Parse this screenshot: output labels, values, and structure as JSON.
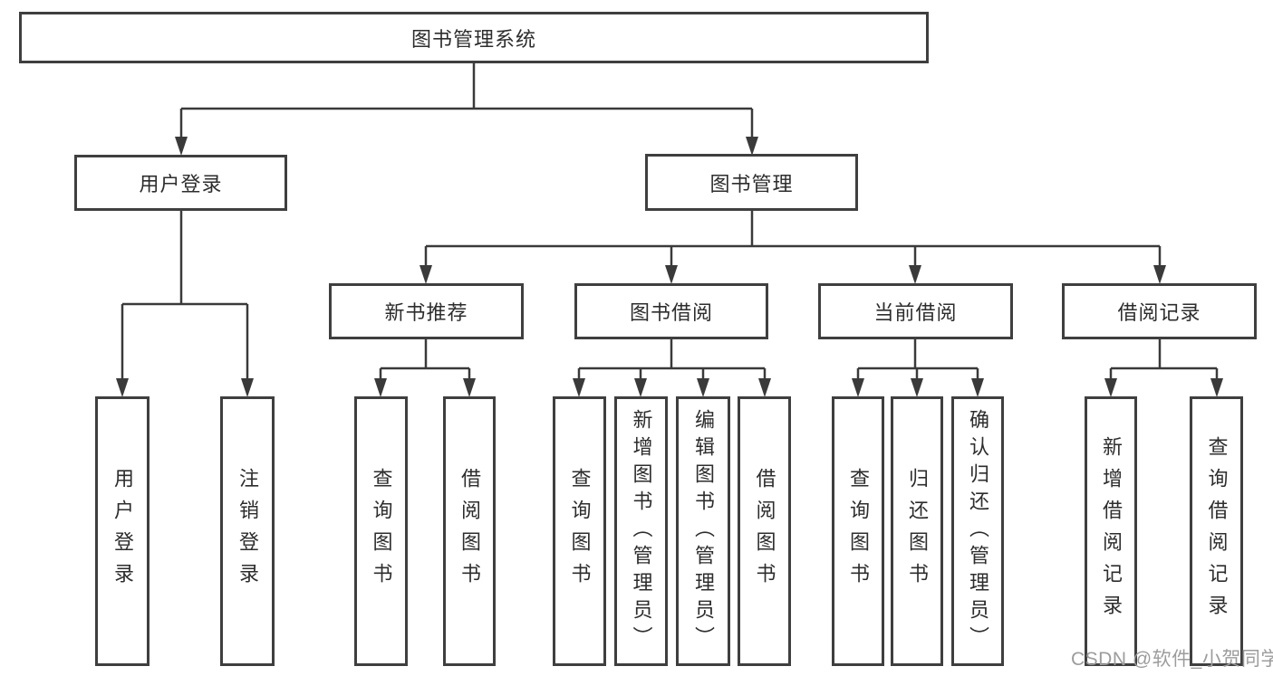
{
  "diagram": {
    "root": {
      "label": "图书管理系统"
    },
    "level2": [
      {
        "label": "用户登录"
      },
      {
        "label": "图书管理"
      }
    ],
    "level3": [
      {
        "label": "新书推荐"
      },
      {
        "label": "图书借阅"
      },
      {
        "label": "当前借阅"
      },
      {
        "label": "借阅记录"
      }
    ],
    "leaves": {
      "user_login": [
        "用户登录",
        "注销登录"
      ],
      "new_book": [
        "查询图书",
        "借阅图书"
      ],
      "borrow": [
        "查询图书",
        "新增图书（管理员）",
        "编辑图书（管理员）",
        "借阅图书"
      ],
      "current": [
        "查询图书",
        "归还图书",
        "确认归还（管理员）"
      ],
      "records": [
        "新增借阅记录",
        "查询借阅记录"
      ]
    }
  },
  "watermark": {
    "text": "CSDN @软件_小贺同学"
  },
  "colors": {
    "line": "#3a3a3a",
    "box_border": "#3f3f3f",
    "text": "#2d2d2d",
    "watermark": "#9c9c9c",
    "background": "#ffffff"
  }
}
